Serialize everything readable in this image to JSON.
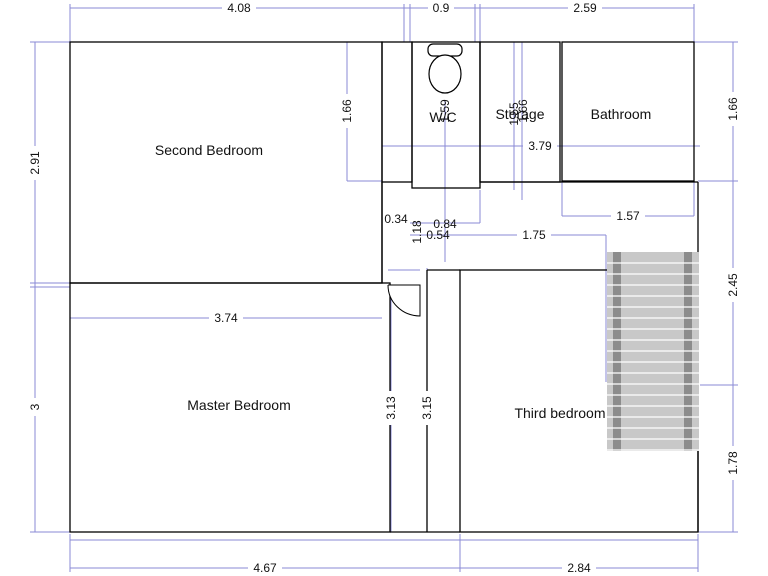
{
  "rooms": {
    "second_bedroom": "Second Bedroom",
    "master_bedroom": "Master Bedroom",
    "third_bedroom": "Third bedroom",
    "wc": "W/C",
    "storage": "Storage",
    "bathroom": "Bathroom"
  },
  "dimensions": {
    "top_left": "4.08",
    "top_mid": "0.9",
    "top_right": "2.59",
    "left_upper": "2.91",
    "left_lower": "3",
    "bottom_left": "4.67",
    "bottom_right": "2.84",
    "right_upper": "1.66",
    "right_mid": "2.45",
    "right_lower": "1.78",
    "second_bed_height": "1.66",
    "wc_width_label": "1.59",
    "storage_a": "1.55",
    "storage_b": "1.66",
    "upper_span": "3.79",
    "bathroom_width": "1.57",
    "hall_a": "0.34",
    "hall_b": "0.84",
    "hall_c": "0.54",
    "hall_d": "1.18",
    "third_bed_width": "1.75",
    "second_bed_width": "3.74",
    "master_height": "3.13",
    "corridor_height": "3.15"
  },
  "colors": {
    "dimension_line": "#8a8ad6",
    "wall": "#000000",
    "stairs": "#c8c8c8"
  }
}
